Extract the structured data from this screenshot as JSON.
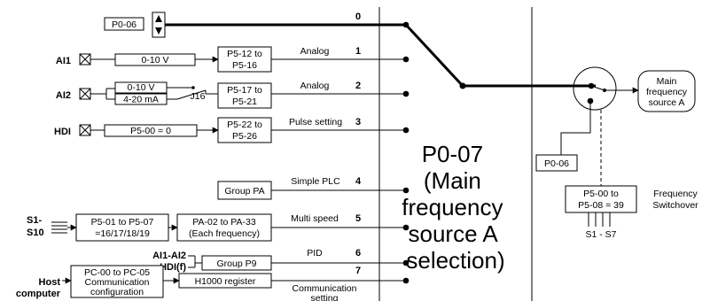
{
  "param_top": "P0-06",
  "channels": [
    {
      "num": "0",
      "label": ""
    },
    {
      "num": "1",
      "label": "Analog"
    },
    {
      "num": "2",
      "label": "Analog"
    },
    {
      "num": "3",
      "label": "Pulse setting"
    },
    {
      "num": "4",
      "label": "Simple PLC"
    },
    {
      "num": "5",
      "label": "Multi speed"
    },
    {
      "num": "6",
      "label": "PID"
    },
    {
      "num": "7",
      "label": "Communication setting"
    }
  ],
  "inputs": {
    "ai1": {
      "name": "AI1",
      "range": "0-10 V",
      "param": "P5-12 to P5-16"
    },
    "ai2": {
      "name": "AI2",
      "range_v": "0-10 V",
      "range_i": "4-20 mA",
      "jumper": "J16",
      "param": "P5-17 to P5-21"
    },
    "hdi": {
      "name": "HDI",
      "cond": "P5-00 = 0",
      "param": "P5-22 to P5-26"
    },
    "plc": {
      "param": "Group PA"
    },
    "multispeed": {
      "src": "S1- S10",
      "cond": "P5-01 to P5-07 =16/17/18/19",
      "param": "PA-02 to PA-33 (Each frequency)"
    },
    "pid": {
      "src": "AI1-AI2 HDI(f)",
      "param": "Group P9"
    },
    "comm": {
      "src": "Host computer",
      "config": "PC-00 to PC-05 Communication configuration",
      "param": "H1000 register"
    }
  },
  "selector_title": "P0-07 (Main frequency source A selection)",
  "output": {
    "label": "Main frequency source A",
    "param_lower": "P0-06",
    "switch_param": "P5-00 to P5-08 = 39",
    "switch_label": "Frequency Switchover",
    "switch_inputs": "S1 - S7"
  }
}
